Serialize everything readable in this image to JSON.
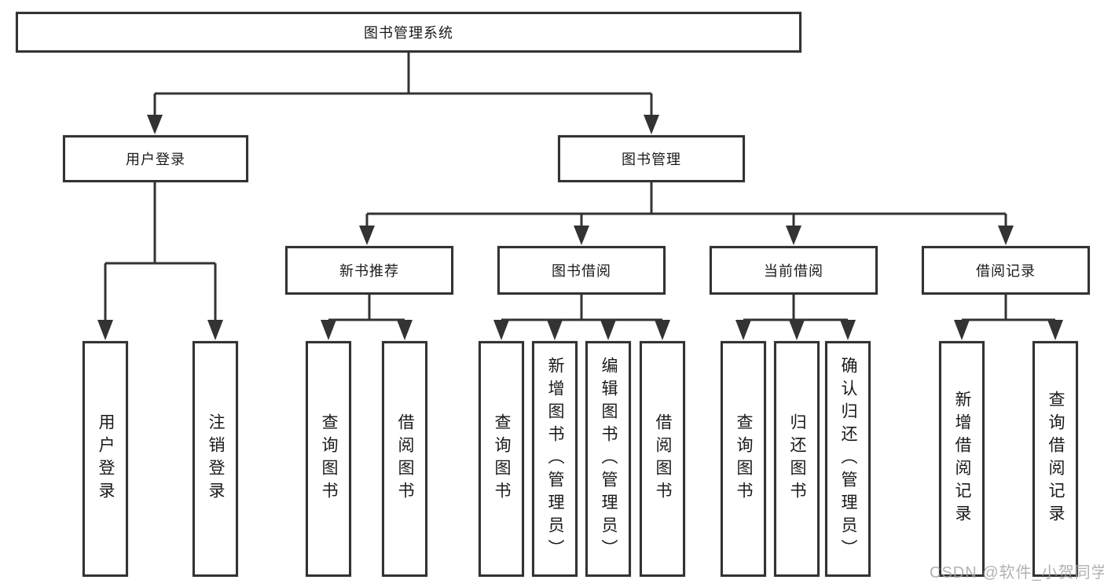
{
  "colors": {
    "background": "#ffffff",
    "line": "#333333",
    "box_border": "#333333",
    "text": "#1a1a1a",
    "watermark": "#a5a5a5"
  },
  "watermark": {
    "text": "CSDN @软件_小贺同学"
  },
  "tree": {
    "label": "图书管理系统",
    "children": [
      {
        "label": "用户登录",
        "children": [
          {
            "label": "用户登录"
          },
          {
            "label": "注销登录"
          }
        ]
      },
      {
        "label": "图书管理",
        "children": [
          {
            "label": "新书推荐",
            "children": [
              {
                "label": "查询图书"
              },
              {
                "label": "借阅图书"
              }
            ]
          },
          {
            "label": "图书借阅",
            "children": [
              {
                "label": "查询图书"
              },
              {
                "label": "新增图书（管理员）"
              },
              {
                "label": "编辑图书（管理员）"
              },
              {
                "label": "借阅图书"
              }
            ]
          },
          {
            "label": "当前借阅",
            "children": [
              {
                "label": "查询图书"
              },
              {
                "label": "归还图书"
              },
              {
                "label": "确认归还（管理员）"
              }
            ]
          },
          {
            "label": "借阅记录",
            "children": [
              {
                "label": "新增借阅记录"
              },
              {
                "label": "查询借阅记录"
              }
            ]
          }
        ]
      }
    ]
  }
}
